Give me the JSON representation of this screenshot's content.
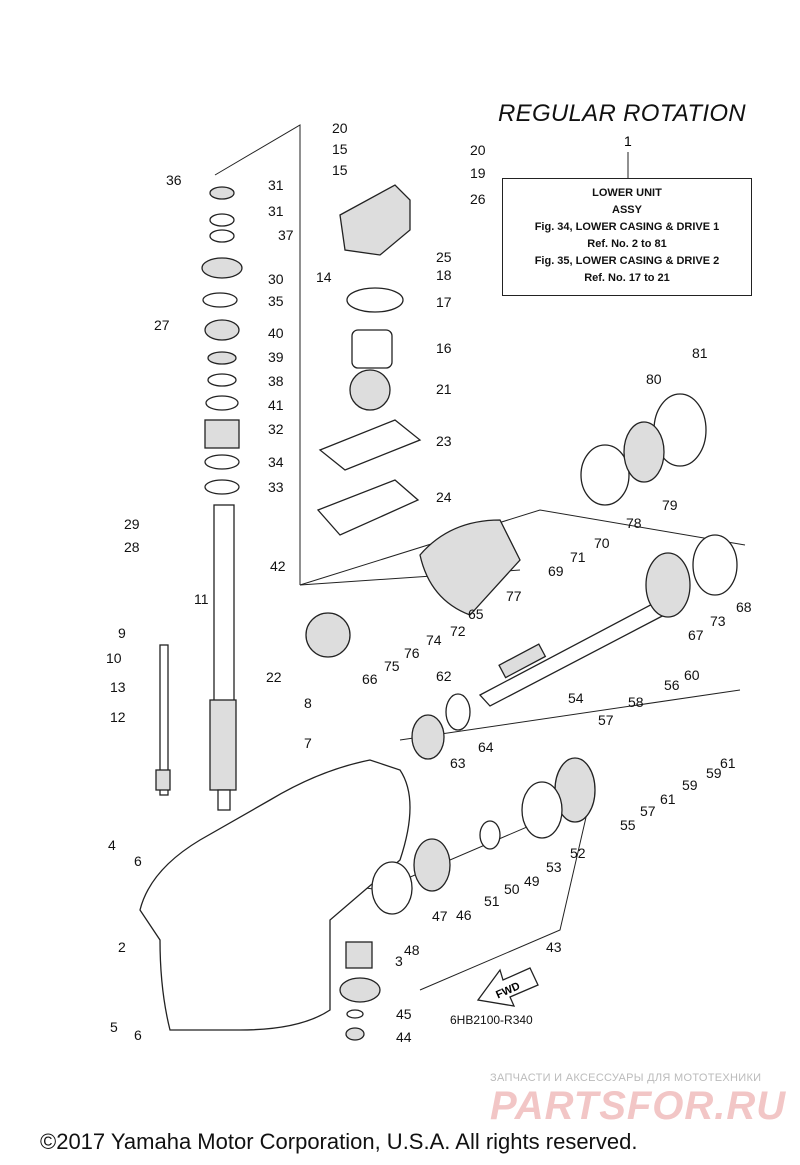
{
  "title": "REGULAR ROTATION",
  "ref_box": {
    "index": "1",
    "line1": "LOWER UNIT",
    "line2": "ASSY",
    "line3": "Fig. 34, LOWER CASING & DRIVE 1",
    "line4": "Ref. No. 2 to 81",
    "line5": "Fig. 35, LOWER CASING & DRIVE 2",
    "line6": "Ref. No. 17 to 21"
  },
  "fwd_label": "FWD",
  "diagram_code": "6HB2100-R340",
  "watermark": {
    "caption": "ЗАПЧАСТИ И АКСЕССУАРЫ ДЛЯ МОТОТЕХНИКИ",
    "brand": "PARTSFOR.RU"
  },
  "copyright": "©2017 Yamaha Motor Corporation, U.S.A. All rights reserved.",
  "callouts": [
    "2",
    "3",
    "4",
    "5",
    "6",
    "6",
    "7",
    "8",
    "9",
    "10",
    "11",
    "12",
    "13",
    "14",
    "15",
    "15",
    "16",
    "17",
    "18",
    "19",
    "20",
    "20",
    "21",
    "22",
    "23",
    "24",
    "25",
    "26",
    "27",
    "28",
    "29",
    "30",
    "31",
    "31",
    "32",
    "33",
    "34",
    "35",
    "36",
    "37",
    "38",
    "39",
    "40",
    "41",
    "42",
    "43",
    "44",
    "45",
    "46",
    "47",
    "48",
    "49",
    "50",
    "51",
    "52",
    "53",
    "54",
    "55",
    "56",
    "57",
    "57",
    "58",
    "59",
    "59",
    "60",
    "61",
    "61",
    "62",
    "63",
    "64",
    "65",
    "66",
    "67",
    "68",
    "69",
    "70",
    "71",
    "72",
    "73",
    "74",
    "75",
    "76",
    "77",
    "78",
    "79",
    "80",
    "81"
  ]
}
